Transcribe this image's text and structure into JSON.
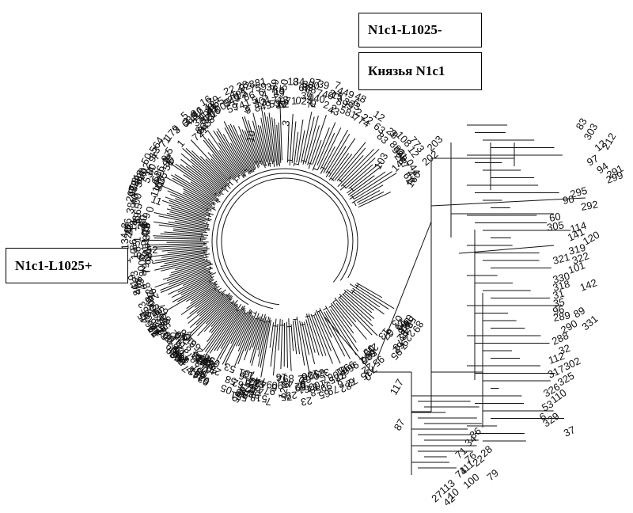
{
  "labels": {
    "minus": "N1c1-L1025-",
    "princes": "Князья N1c1",
    "plus": "N1c1-L1025+"
  },
  "leaf_labels": {
    "right_cluster": [
      "83",
      "303",
      "12",
      "212",
      "97",
      "94",
      "291",
      "299",
      "295",
      "90",
      "292",
      "60",
      "305",
      "114",
      "141",
      "120",
      "319",
      "321",
      "322",
      "101",
      "330",
      "142",
      "318",
      "31",
      "35",
      "96",
      "289",
      "89",
      "331",
      "290",
      "288",
      "32",
      "112",
      "302",
      "317",
      "325",
      "326",
      "110",
      "53",
      "6",
      "37",
      "329",
      "87"
    ],
    "bottom_cluster": [
      "22",
      "28",
      "34",
      "36",
      "71",
      "111",
      "113",
      "42",
      "10",
      "27",
      "76",
      "74",
      "79",
      "100",
      "117"
    ],
    "top_cluster": [
      "59",
      "50",
      "1",
      "7",
      "3",
      "203",
      "202",
      "103",
      "149",
      "160",
      "10"
    ],
    "left_cluster": [
      "52",
      "62",
      "18",
      "19",
      "17",
      "11",
      "29",
      "99",
      "102",
      "128"
    ]
  }
}
